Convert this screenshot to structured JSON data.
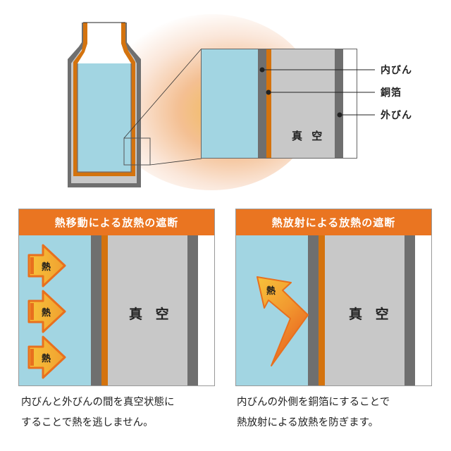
{
  "top_diagram": {
    "detail_labels": {
      "inner_bottle": "内びん",
      "copper_foil": "銅箔",
      "outer_bottle": "外びん",
      "vacuum": "真 空"
    }
  },
  "panels": [
    {
      "title": "熱移動による放熱の遮断",
      "heat_label": "熱",
      "vacuum_label": "真 空",
      "caption_lines": [
        "内びんと外びんの間を真空状態に",
        "することで熱を逃しません。"
      ]
    },
    {
      "title": "熱放射による放熱の遮断",
      "heat_label": "熱",
      "vacuum_label": "真 空",
      "caption_lines": [
        "内びんの外側を銅箔にすることで",
        "熱放射による放熱を防ぎます。"
      ]
    }
  ],
  "colors": {
    "header_orange": "#ea7521",
    "water_blue": "#a2d5e2",
    "glass_gray": "#6f6f6f",
    "copper": "#d4730e",
    "vacuum_gray": "#c8c8c8",
    "arrow_yellow": "#f5b133"
  }
}
